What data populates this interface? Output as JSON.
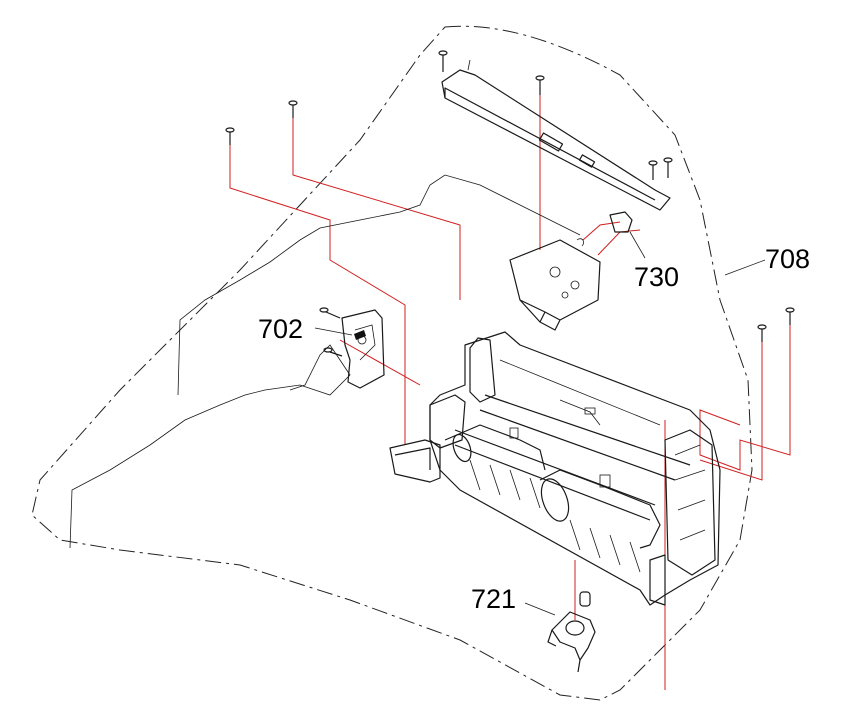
{
  "callouts": {
    "c702": "702",
    "c708": "708",
    "c721": "721",
    "c730": "730"
  },
  "colors": {
    "outline": "#1a1a1a",
    "leader_red": "#d21f1f",
    "background": "#ffffff"
  }
}
